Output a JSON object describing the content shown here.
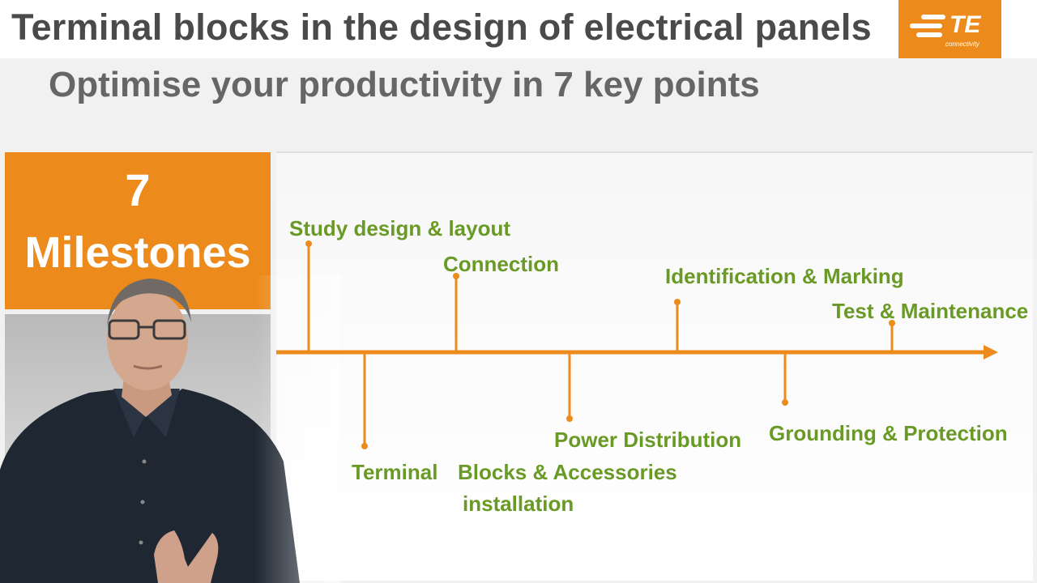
{
  "header": {
    "title": "Terminal blocks in the design of electrical panels",
    "logo_text": "TE",
    "logo_subtext": "connectivity"
  },
  "subtitle": "Optimise your productivity in 7 key points",
  "milestone_box": {
    "number": "7",
    "label": "Milestones"
  },
  "milestones": {
    "m1": "Study design & layout",
    "m2a": "Terminal",
    "m2b": "Blocks & Accessories",
    "m2c": "installation",
    "m3": "Connection",
    "m4": "Power Distribution",
    "m5": "Identification & Marking",
    "m6": "Grounding & Protection",
    "m7": "Test & Maintenance"
  },
  "colors": {
    "accent_orange": "#ec8a1c",
    "label_green": "#6a9a26",
    "title_gray": "#4a4a4a"
  }
}
